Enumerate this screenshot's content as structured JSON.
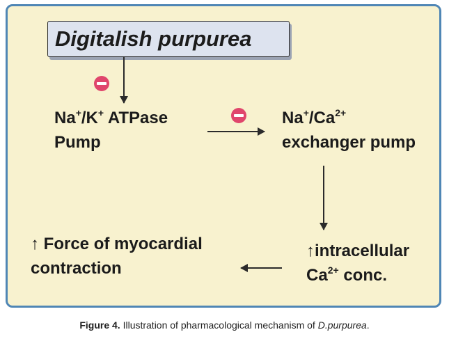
{
  "diagram": {
    "title": "Digitalish purpurea",
    "nodes": {
      "na_k_pump": {
        "line1_a": "Na",
        "sup_a": "+",
        "line1_b": "/K",
        "sup_b": "+",
        "line1_c": " ATPase",
        "line2": "Pump"
      },
      "na_ca_exchanger": {
        "line1_a": "Na",
        "sup_a": "+",
        "line1_b": "/Ca",
        "sup_b": "2+",
        "line2": "exchanger pump"
      },
      "intracellular_ca": {
        "line1": "↑intracellular",
        "line2_a": "Ca",
        "sup_a": "2+",
        "line2_b": " conc."
      },
      "force_contraction": {
        "line1": "↑ Force of myocardial",
        "line2": "contraction"
      }
    },
    "colors": {
      "panel_bg": "#f8f2cf",
      "panel_border": "#4f86b5",
      "title_bg": "#dde3ef",
      "inhibit": "#e0466c",
      "arrow": "#2b2b2b"
    }
  },
  "caption": {
    "label": "Figure 4.",
    "text": " Illustration of pharmacological mechanism of ",
    "species": "D.purpurea",
    "end": "."
  }
}
